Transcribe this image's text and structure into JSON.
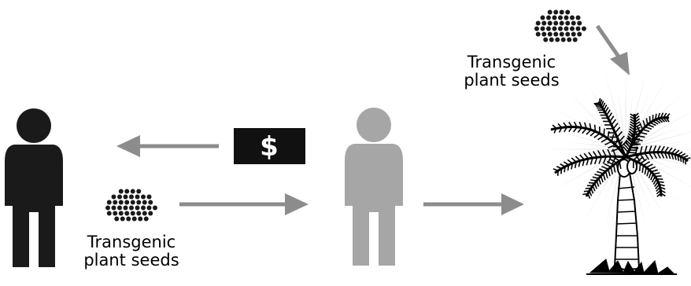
{
  "labels": {
    "seeds_top": {
      "line1": "Transgenic",
      "line2": "plant seeds"
    },
    "seeds_bottom": {
      "line1": "Transgenic",
      "line2": "plant seeds"
    },
    "money_symbol": "$"
  },
  "colors": {
    "person_left": "#1a1a1a",
    "person_middle": "#a6a6a6",
    "arrow": "#8c8c8c",
    "seed_dot": "#1a1a1a",
    "money_bill": "#111111",
    "money_symbol": "#ffffff",
    "plant": "#000000",
    "burst": "#d9d9d9"
  },
  "icons": {
    "person_left": "person-icon",
    "person_middle": "person-icon",
    "money": "dollar-bill-icon",
    "seeds": "seed-cluster-icon",
    "plant": "palm-tree-icon"
  }
}
